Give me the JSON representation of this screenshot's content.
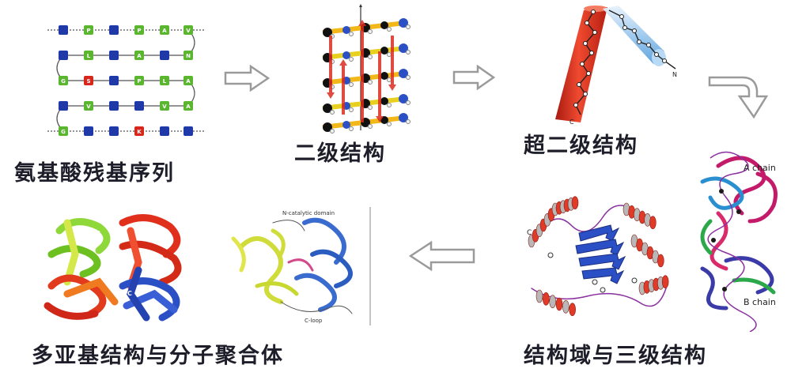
{
  "labels": {
    "primary": "氨基酸残基序列",
    "secondary": "二级结构",
    "supersecondary": "超二级结构",
    "domain_tertiary": "结构域与三级结构",
    "quaternary": "多亚基结构与分子聚合体"
  },
  "sequence_rows": [
    [
      "",
      "P",
      "",
      "P",
      "A",
      "V"
    ],
    [
      "",
      "L",
      "",
      "A",
      "",
      "N"
    ],
    [
      "G",
      "S",
      "",
      "P",
      "L",
      "A"
    ],
    [
      "",
      "V",
      "",
      "",
      "V",
      "A"
    ],
    [
      "G",
      "",
      "",
      "K",
      "",
      ""
    ]
  ],
  "annotations": {
    "a_chain": "A chain",
    "b_chain": "B chain",
    "n_catalytic": "N-catalytic domain",
    "c_loop": "C-loop",
    "n_term": "N",
    "c_term": "C"
  },
  "colors": {
    "text": "#1e1e2a",
    "arrow": "#9a9a9a",
    "helix_red": "#d92b1e",
    "sheet_blue": "#2b4fc4",
    "residue_blue": "#1f3aa8",
    "residue_green": "#5ab52f",
    "residue_red": "#d8261c",
    "coil_purple": "#8b2fa0",
    "yellow": "#e8d020",
    "green_strand": "#7ccf2a"
  }
}
